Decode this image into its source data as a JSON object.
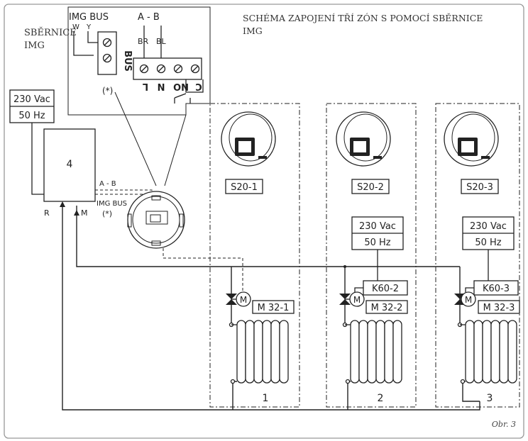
{
  "header": {
    "left_title_line1": "SBĚRNICE",
    "left_title_line2": "IMG",
    "right_title_line1": "SCHÉMA ZAPOJENÍ TŘÍ ZÓN S POMOCÍ SBĚRNICE",
    "right_title_line2": "IMG"
  },
  "terminal_detail": {
    "img_bus_label": "IMG BUS",
    "w_label": "W",
    "y_label": "Y",
    "a_b_label": "A  -  B",
    "br_label": "BR",
    "bl_label": "BL",
    "bus_label": "BUS",
    "l_label": "L",
    "n_label": "N",
    "no_label": "NO",
    "c_label": "C",
    "asterisk": "(*)"
  },
  "supply": {
    "line1": "230 Vac",
    "line2": "50 Hz"
  },
  "boiler": {
    "number": "4",
    "a_b": "A - B",
    "img_bus": "IMG BUS",
    "asterisk": "(*)",
    "r_label": "R",
    "m_label": "M"
  },
  "zones": [
    {
      "thermostat": "S20-1",
      "actuator": "M 32-1",
      "number": "1"
    },
    {
      "thermostat": "S20-2",
      "relay": "K60-2",
      "actuator": "M 32-2",
      "number": "2",
      "supply_line1": "230 Vac",
      "supply_line2": "50 Hz"
    },
    {
      "thermostat": "S20-3",
      "relay": "K60-3",
      "actuator": "M 32-3",
      "number": "3",
      "supply_line1": "230 Vac",
      "supply_line2": "50 Hz"
    }
  ],
  "valve_m": "M",
  "figure_label": "Obr. 3"
}
